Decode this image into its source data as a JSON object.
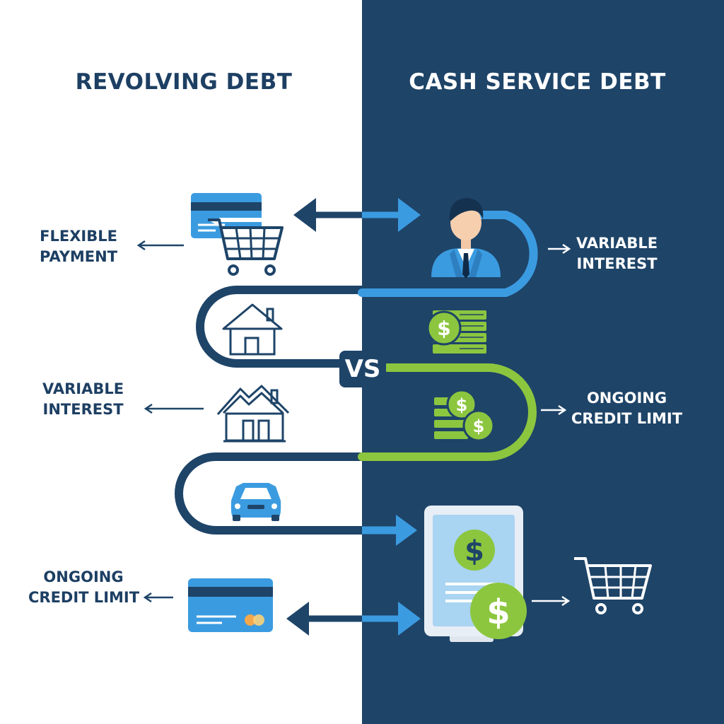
{
  "titles": {
    "left": "REVOLVING DEBT",
    "right": "CASH SERVICE DEBT"
  },
  "center_badge": "VS",
  "left_labels": [
    {
      "line1": "FLEXIBLE",
      "line2": "PAYMENT"
    },
    {
      "line1": "VARIABLE",
      "line2": "INTEREST"
    },
    {
      "line1": "ONGOING",
      "line2": "CREDIT LIMIT"
    }
  ],
  "right_labels": [
    {
      "line1": "VARIABLE",
      "line2": "INTEREST"
    },
    {
      "line1": "ONGOING",
      "line2": "CREDIT LIMIT"
    }
  ],
  "icons": {
    "left": [
      "credit-card-icon",
      "shopping-cart-icon",
      "house-icon",
      "house-icon",
      "car-icon",
      "credit-card-icon"
    ],
    "right": [
      "businessman-icon",
      "cash-stack-icon",
      "coins-icon",
      "tablet-payment-icon",
      "shopping-cart-icon"
    ]
  },
  "colors": {
    "navy": "#1e4468",
    "dark_text": "#1d3f63",
    "blue": "#3b9be0",
    "green": "#8cc63f",
    "white": "#ffffff"
  }
}
